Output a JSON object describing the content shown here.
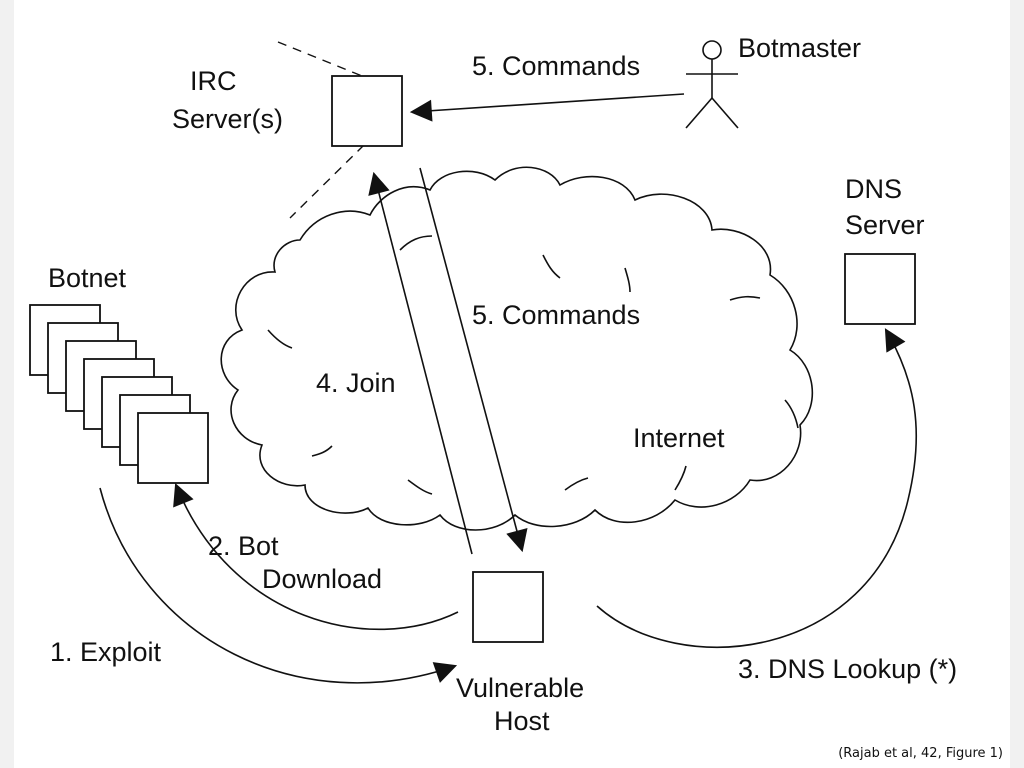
{
  "labels": {
    "irc_server": [
      "IRC",
      "Server(s)"
    ],
    "botmaster": "Botmaster",
    "commands_top": "5. Commands",
    "dns_server": [
      "DNS",
      "Server"
    ],
    "botnet": "Botnet",
    "commands_mid": "5. Commands",
    "join": "4. Join",
    "internet": "Internet",
    "bot_download": [
      "2. Bot",
      "Download"
    ],
    "exploit": "1. Exploit",
    "dns_lookup": "3. DNS Lookup (*)",
    "vulnerable_host": [
      "Vulnerable",
      "Host"
    ]
  },
  "caption": "(Rajab et al, 42, Figure 1)"
}
